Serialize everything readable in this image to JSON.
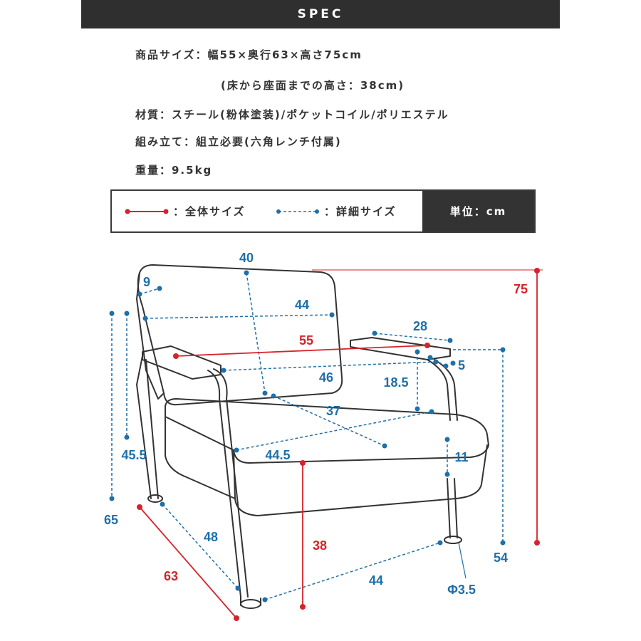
{
  "header": {
    "title": "SPEC"
  },
  "spec": {
    "size": "商品サイズ：幅55×奥行63×高さ75cm",
    "seat_height": "(床から座面までの高さ：38cm)",
    "material": "材質：スチール(粉体塗装)/ポケットコイル/ポリエステル",
    "assembly": "組み立て：組立必要(六角レンチ付属)",
    "weight": "重量：9.5kg"
  },
  "legend": {
    "overall_label": "：全体サイズ",
    "detail_label": "：詳細サイズ",
    "unit_label": "単位：cm"
  },
  "colors": {
    "overall": "#d6232b",
    "detail": "#1f6fa8",
    "header_bg": "#2f2f2f"
  },
  "dimensions": {
    "back_width": "40",
    "back_inner_width": "44",
    "back_thickness": "9",
    "overall_width": "55",
    "armrest_length": "28",
    "armrest_thickness": "5",
    "seat_width": "46",
    "arm_height": "18.5",
    "seat_depth": "37",
    "seat_front_width": "44.5",
    "cushion_thickness": "11",
    "back_height": "45.5",
    "height_65": "65",
    "height_54": "54",
    "overall_height": "75",
    "seat_height": "38",
    "base_depth": "48",
    "overall_depth": "63",
    "base_width": "44",
    "leg_diameter": "Φ3.5"
  }
}
